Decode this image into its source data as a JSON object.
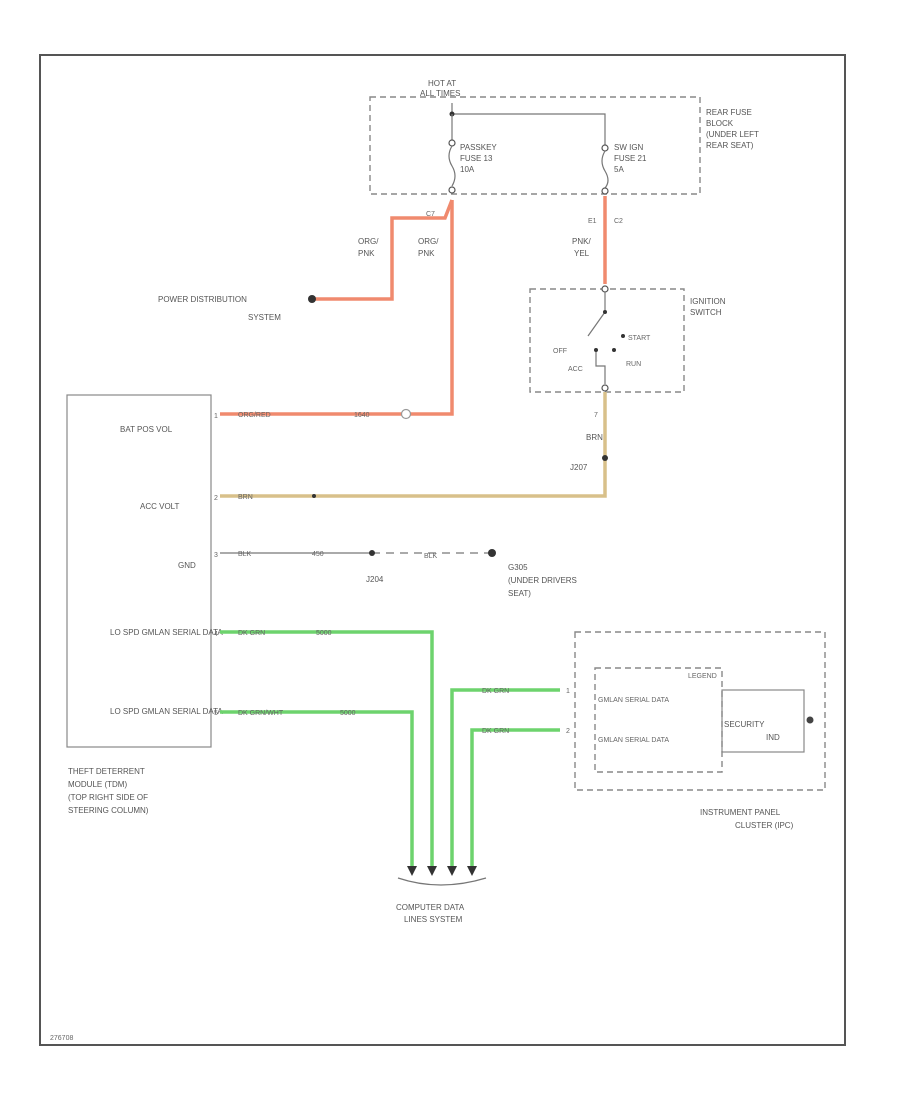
{
  "colors": {
    "orange_wire": "#f08a6e",
    "tan_wire": "#d8c08a",
    "green_wire": "#6dd36d",
    "gray_wire": "#888888",
    "frame": "#555555"
  },
  "rear_fuse_block": {
    "hot_at": [
      "HOT AT",
      "ALL TIMES"
    ],
    "label": [
      "REAR FUSE",
      "BLOCK",
      "(UNDER LEFT",
      "REAR SEAT)"
    ],
    "fuse1": [
      "PASSKEY",
      "FUSE 13",
      "10A"
    ],
    "fuse2": [
      "SW IGN",
      "FUSE 21",
      "5A"
    ]
  },
  "connectors": {
    "c1": "C7",
    "c2": "E1",
    "c3": "C2",
    "c_run": "7",
    "j_pos": "J207",
    "j_gnd": "J204"
  },
  "wire_labels": {
    "org_pnk_left": [
      "ORG/",
      "PNK"
    ],
    "org_pnk_right": [
      "ORG/",
      "PNK"
    ],
    "pnk_yel": [
      "PNK/",
      "YEL"
    ],
    "brn": "BRN",
    "bat_wire": "ORG/RED",
    "bat_circuit": "1640",
    "acc_wire": "BRN",
    "gnd_wire": "BLK",
    "gnd_circuit": "450",
    "gnd_wire2": "BLK",
    "data1_wire": "DK GRN",
    "data1_circuit": "5000",
    "data2_wire": "DK GRN/WHT",
    "data2_circuit": "5000",
    "ipc1_wire": "DK GRN",
    "ipc2_wire": "DK GRN"
  },
  "power_distribution": [
    "POWER DISTRIBUTION",
    "SYSTEM"
  ],
  "ignition_switch": {
    "label": [
      "IGNITION",
      "SWITCH"
    ],
    "off": "OFF",
    "acc": "ACC",
    "start": "START",
    "run": "RUN"
  },
  "module": {
    "pins": [
      "BAT POS VOL",
      "ACC VOLT",
      "GND",
      "LO SPD GMLAN SERIAL DATA",
      "LO SPD GMLAN SERIAL DATA"
    ],
    "pin_nums": [
      "1",
      "2",
      "3",
      "4",
      "5"
    ],
    "caption": [
      "THEFT DETERRENT",
      "MODULE (TDM)",
      "(TOP RIGHT SIDE OF",
      "STEERING COLUMN)"
    ]
  },
  "ground": {
    "id": "G305",
    "label": [
      "(UNDER DRIVERS",
      "SEAT)"
    ]
  },
  "ipc": {
    "module_label": "LEGEND",
    "data_lines": [
      "GMLAN SERIAL DATA",
      "GMLAN SERIAL DATA"
    ],
    "pin_nums": [
      "1",
      "2"
    ],
    "security": [
      "SECURITY",
      "IND"
    ],
    "caption": [
      "INSTRUMENT PANEL",
      "CLUSTER (IPC)"
    ]
  },
  "computer_data": [
    "COMPUTER DATA",
    "LINES SYSTEM"
  ],
  "footer_code": "276708"
}
